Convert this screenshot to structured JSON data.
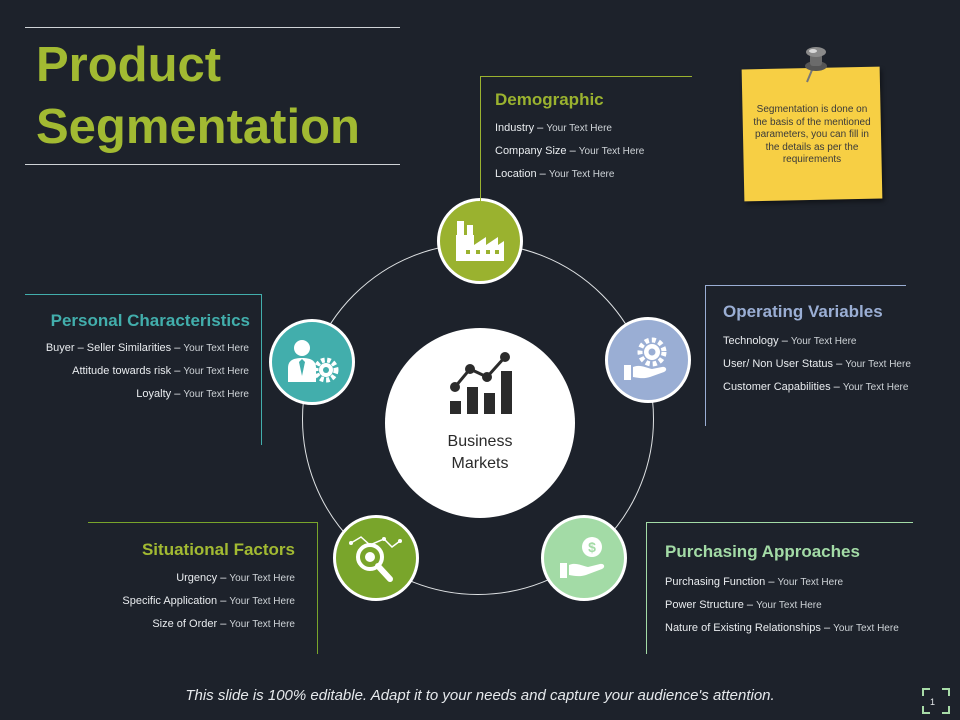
{
  "slide": {
    "title_line1": "Product",
    "title_line2": "Segmentation",
    "center_label_line1": "Business",
    "center_label_line2": "Markets",
    "note": "Segmentation is done on the basis of the mentioned parameters, you can fill in the details as per the requirements",
    "footer": "This slide is 100% editable. Adapt it to your needs and capture your audience's attention.",
    "page_number": "1",
    "colors": {
      "background": "#1d222b",
      "title": "#a2ba32",
      "note": "#f7cf44"
    }
  },
  "segments": {
    "demographic": {
      "title": "Demographic",
      "color": "#9ab22f",
      "icon": "factory-icon",
      "items": [
        {
          "label": "Industry – ",
          "value": "Your Text Here"
        },
        {
          "label": "Company Size – ",
          "value": "Your Text Here"
        },
        {
          "label": "Location – ",
          "value": "Your Text Here"
        }
      ]
    },
    "operating": {
      "title": "Operating Variables",
      "color": "#9aaed4",
      "icon": "hand-gear-icon",
      "items": [
        {
          "label": "Technology – ",
          "value": "Your Text Here"
        },
        {
          "label": "User/ Non User Status – ",
          "value": "Your Text Here"
        },
        {
          "label": "Customer Capabilities – ",
          "value": "Your Text Here"
        }
      ]
    },
    "purchasing": {
      "title": "Purchasing Approaches",
      "color": "#a3dba6",
      "icon": "hand-dollar-icon",
      "items": [
        {
          "label": "Purchasing Function – ",
          "value": "Your Text Here"
        },
        {
          "label": "Power Structure – ",
          "value": "Your Text Here"
        },
        {
          "label": "Nature of Existing Relationships – ",
          "value": "Your Text Here"
        }
      ]
    },
    "situational": {
      "title": "Situational Factors",
      "color": "#79a52b",
      "icon": "magnifier-chart-icon",
      "items": [
        {
          "label": "Urgency – ",
          "value": "Your Text Here"
        },
        {
          "label": "Specific Application – ",
          "value": "Your Text Here"
        },
        {
          "label": "Size of Order – ",
          "value": "Your Text Here"
        }
      ]
    },
    "personal": {
      "title": "Personal Characteristics",
      "color": "#42aeac",
      "icon": "person-gear-icon",
      "items": [
        {
          "label": "Buyer – Seller Similarities – ",
          "value": "Your Text Here"
        },
        {
          "label": "Attitude towards risk – ",
          "value": "Your Text Here"
        },
        {
          "label": "Loyalty – ",
          "value": "Your Text Here"
        }
      ]
    }
  }
}
